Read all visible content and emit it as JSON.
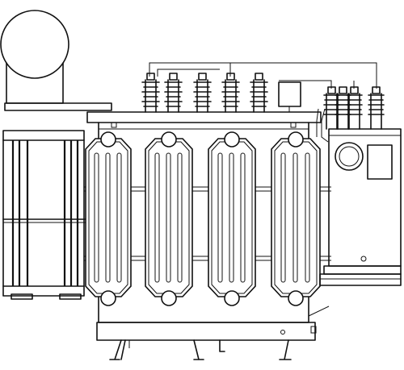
{
  "diagram": {
    "subject": "transformer-front-elevation",
    "line_color": "#111111",
    "background": "#ffffff",
    "components": {
      "conservator": 1,
      "hv_bushings": 5,
      "lv_bushings": 4,
      "cooling_radiators": 4,
      "side_radiator_bank": 1,
      "control_cabinet": 1,
      "support_legs": 5
    }
  }
}
